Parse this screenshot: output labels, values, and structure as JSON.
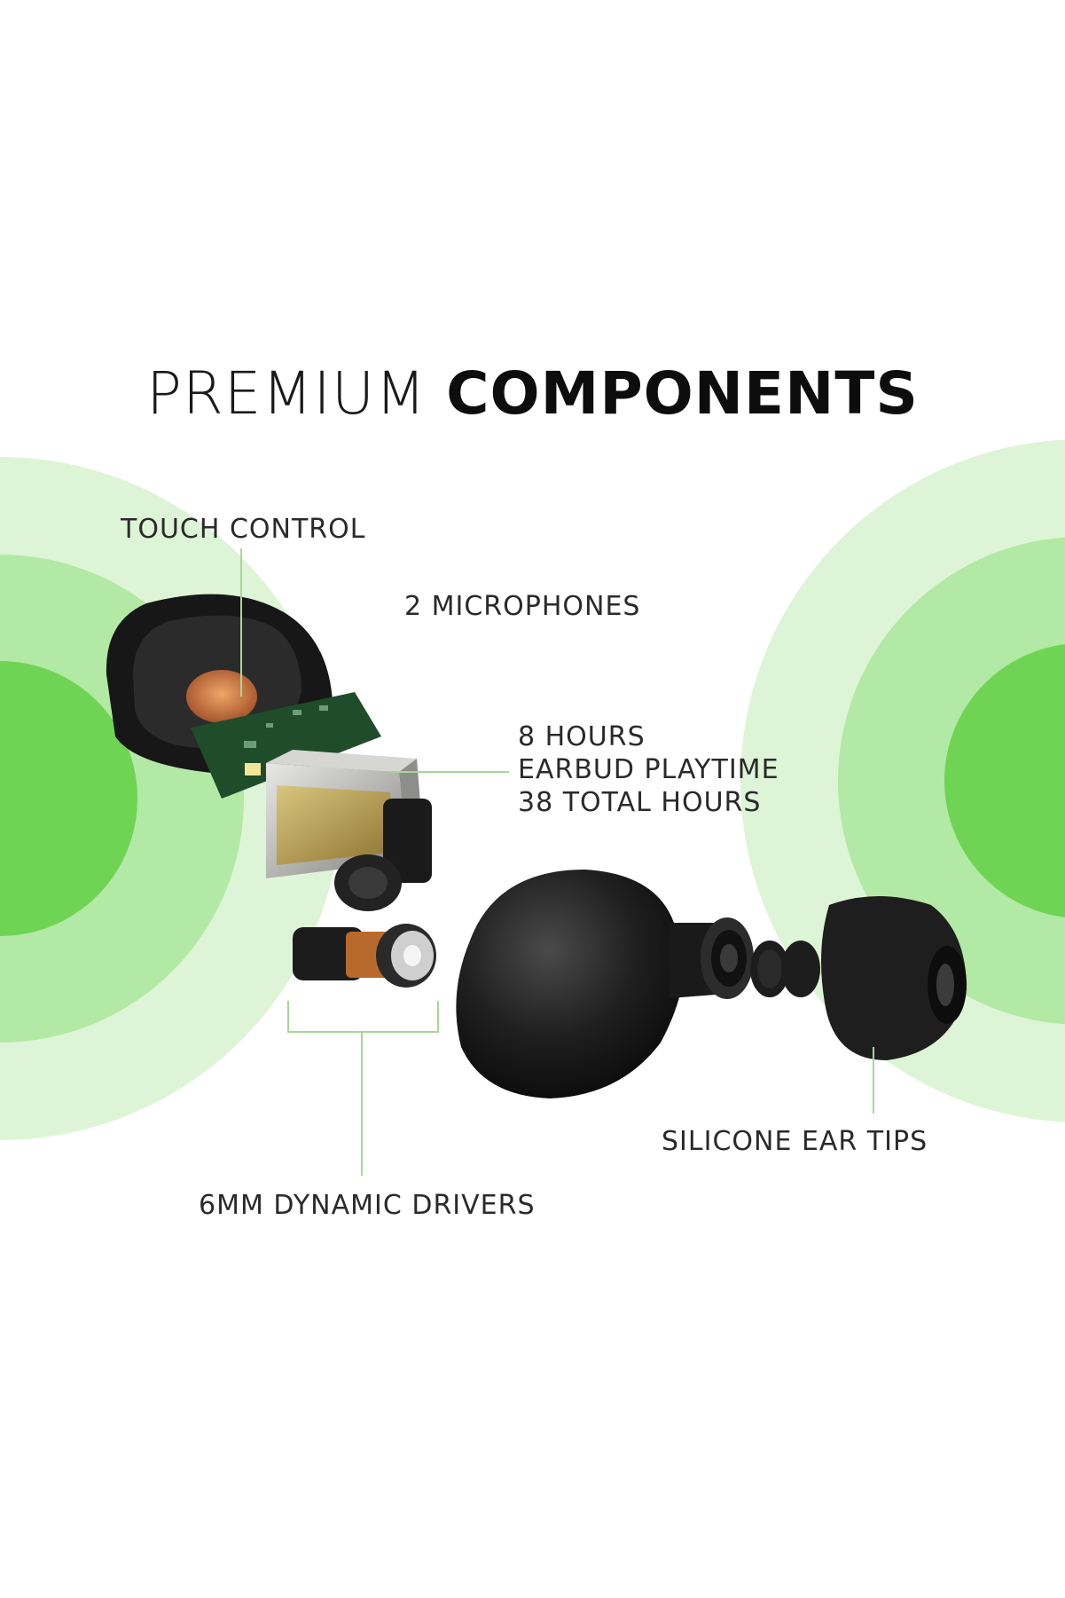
{
  "heading": {
    "light": "PREMIUM",
    "bold": "COMPONENTS"
  },
  "callouts": {
    "touch_control": "TOUCH CONTROL",
    "microphones": "2 MICROPHONES",
    "battery": [
      "8 HOURS",
      "EARBUD PLAYTIME",
      "38 TOTAL HOURS"
    ],
    "drivers": "6MM DYNAMIC DRIVERS",
    "ear_tips": "SILICONE EAR TIPS"
  },
  "colors": {
    "ring_outer": "#ddf5d6",
    "ring_mid": "#b2e9a4",
    "ring_inner": "#6fd454",
    "earbud_black": "#1b1b1b",
    "pcb_green": "#1f4d2a",
    "battery_silver": "#b9b9b5",
    "battery_gold": "#b49a4a",
    "leader_line": "#a8d69a"
  }
}
